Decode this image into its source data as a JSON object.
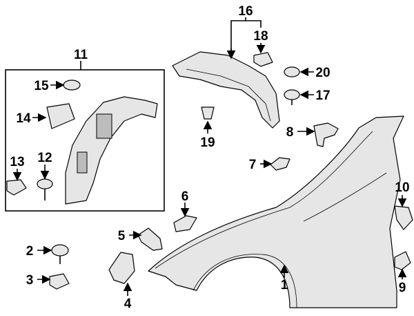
{
  "diagram": {
    "callouts": [
      {
        "id": "1",
        "label": "1"
      },
      {
        "id": "2",
        "label": "2"
      },
      {
        "id": "3",
        "label": "3"
      },
      {
        "id": "4",
        "label": "4"
      },
      {
        "id": "5",
        "label": "5"
      },
      {
        "id": "6",
        "label": "6"
      },
      {
        "id": "7",
        "label": "7"
      },
      {
        "id": "8",
        "label": "8"
      },
      {
        "id": "9",
        "label": "9"
      },
      {
        "id": "10",
        "label": "10"
      },
      {
        "id": "11",
        "label": "11"
      },
      {
        "id": "12",
        "label": "12"
      },
      {
        "id": "13",
        "label": "13"
      },
      {
        "id": "14",
        "label": "14"
      },
      {
        "id": "15",
        "label": "15"
      },
      {
        "id": "16",
        "label": "16"
      },
      {
        "id": "17",
        "label": "17"
      },
      {
        "id": "18",
        "label": "18"
      },
      {
        "id": "19",
        "label": "19"
      },
      {
        "id": "20",
        "label": "20"
      }
    ],
    "colors": {
      "line": "#000000",
      "part_fill": "#e6e6e6",
      "background": "#ffffff"
    }
  }
}
